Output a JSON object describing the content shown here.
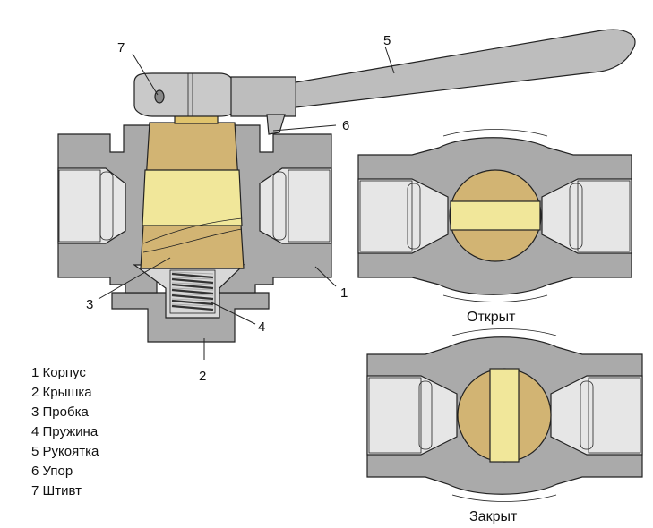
{
  "colors": {
    "body_gray": "#aaaaaa",
    "cavity_light": "#d8d8d8",
    "brass_dark": "#d2b473",
    "brass_light": "#f1e79a",
    "outline": "#222222"
  },
  "callouts": {
    "c1": "1",
    "c2": "2",
    "c3": "3",
    "c4": "4",
    "c5": "5",
    "c6": "6",
    "c7": "7"
  },
  "captions": {
    "open": "Открыт",
    "closed": "Закрыт"
  },
  "legend": [
    "1 Корпус",
    "2 Крышка",
    "3 Пробка",
    "4 Пружина",
    "5 Рукоятка",
    "6 Упор",
    "7 Штивт"
  ]
}
